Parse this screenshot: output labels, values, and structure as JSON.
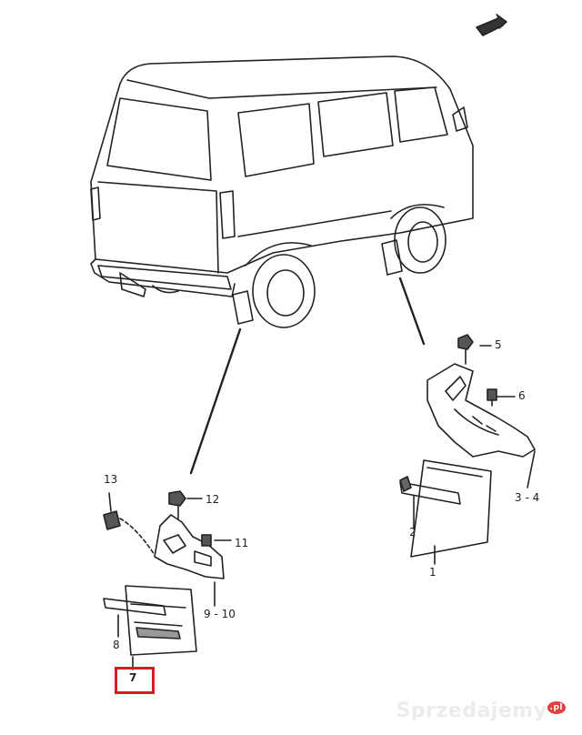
{
  "callouts": {
    "c1": "1",
    "c2": "2",
    "c3_4": "3 - 4",
    "c5": "5",
    "c6": "6",
    "c7": "7",
    "c8": "8",
    "c9_10": "9 - 10",
    "c11": "11",
    "c12": "12",
    "c13": "13"
  },
  "highlight_color": "#d62020",
  "watermark": {
    "text": "Sprzedajemy",
    "suffix": ".pl"
  }
}
